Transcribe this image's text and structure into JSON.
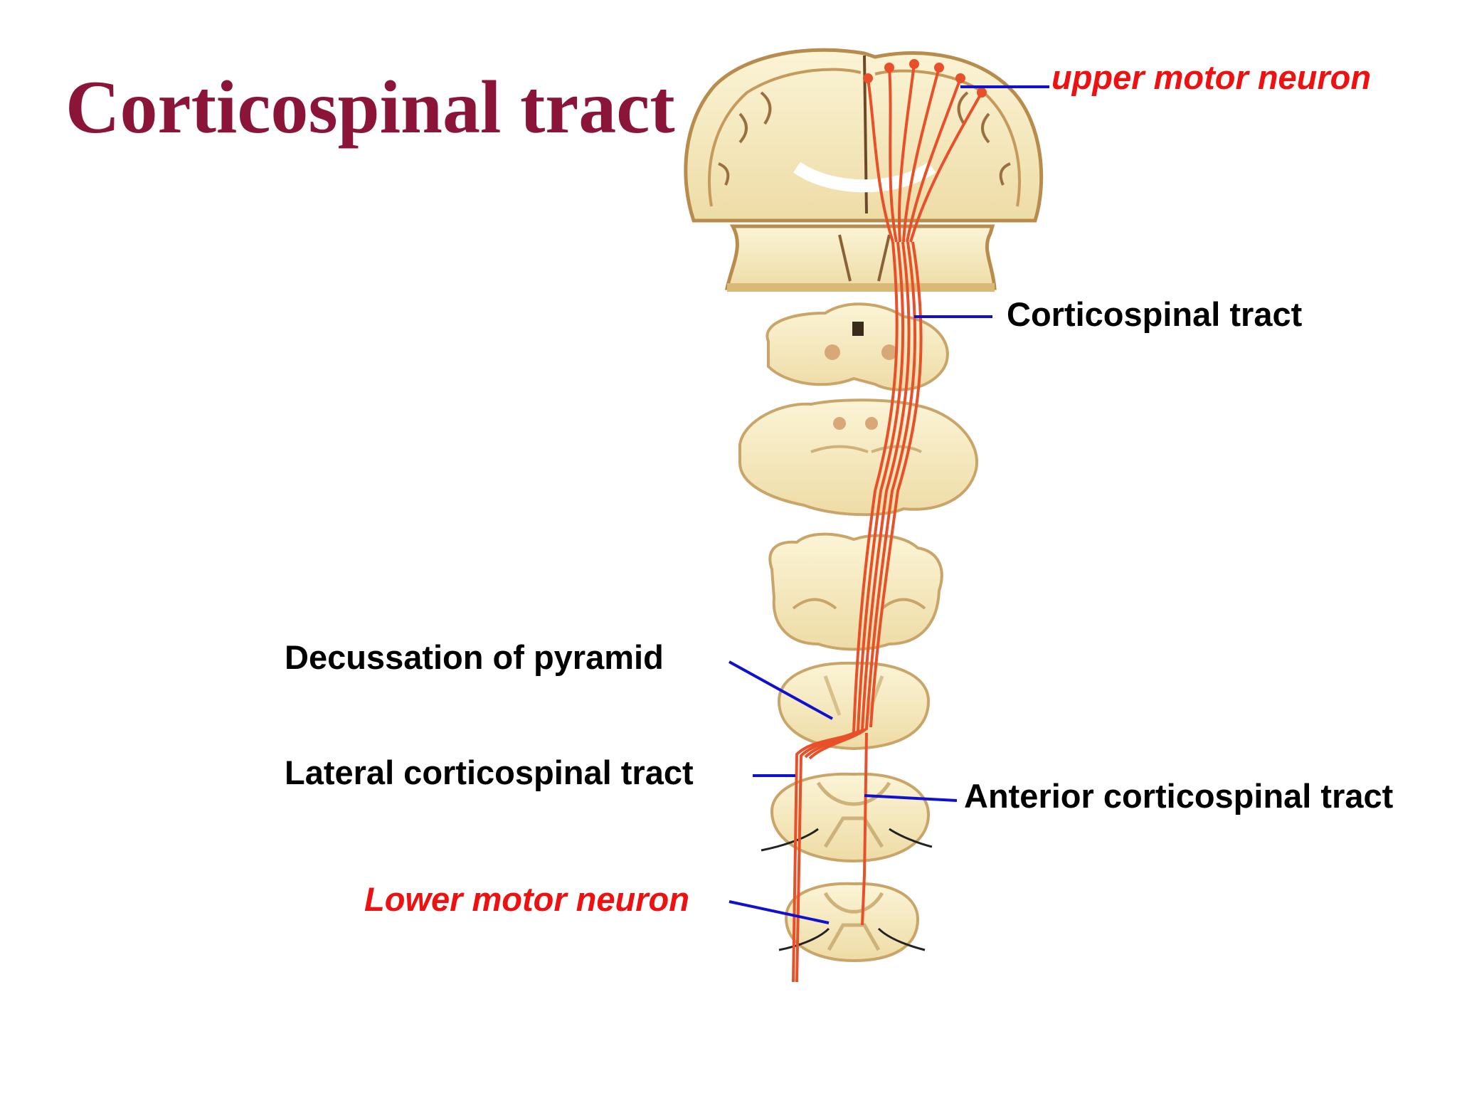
{
  "title": "Corticospinal tract",
  "labels": {
    "upper_motor_neuron": "upper motor neuron",
    "corticospinal_tract": "Corticospinal tract",
    "decussation": "Decussation of pyramid",
    "lateral_tract": "Lateral corticospinal tract",
    "anterior_tract": "Anterior corticospinal tract",
    "lower_motor_neuron": "Lower motor neuron"
  },
  "colors": {
    "title": "#8b1538",
    "label_red": "#ee1111",
    "leader_line": "#1010d0",
    "tract": "#e8502a",
    "tissue": "#f6ecc4",
    "tissue_edge": "#c9a56a"
  }
}
